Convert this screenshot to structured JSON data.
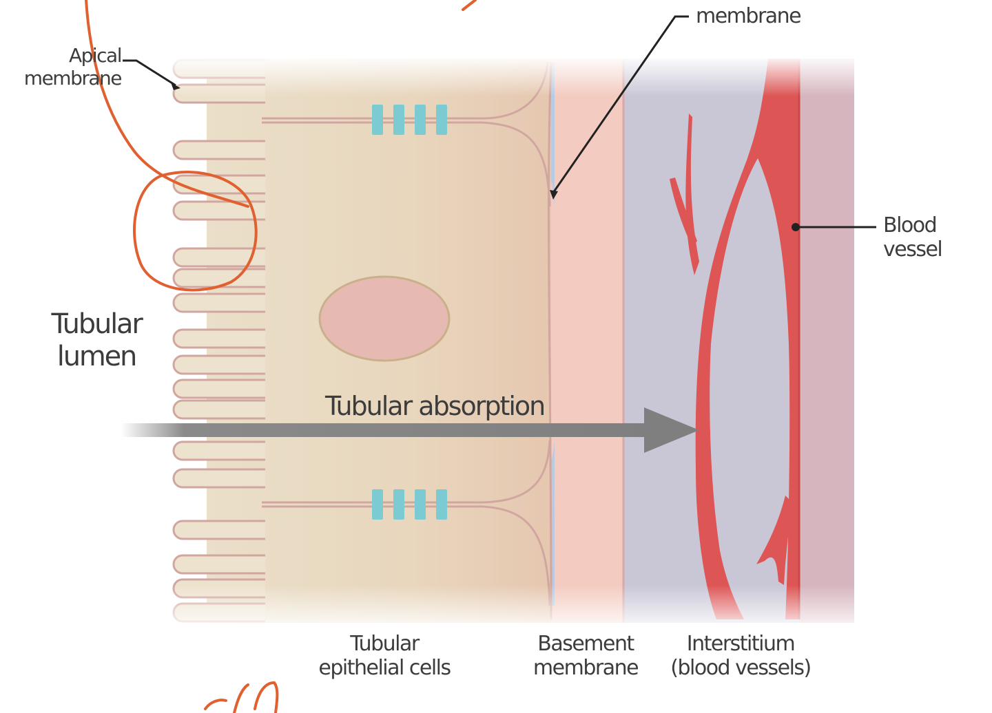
{
  "labels": {
    "top_membrane": "membrane",
    "apical": [
      "Apical",
      "membrane"
    ],
    "lumen": [
      "Tubular",
      "lumen"
    ],
    "absorption": "Tubular absorption",
    "blood_vessel": [
      "Blood",
      "vessel"
    ],
    "epithelial": [
      "Tubular",
      "epithelial cells"
    ],
    "basement": [
      "Basement",
      "membrane"
    ],
    "interstitium": [
      "Interstitium",
      "(blood vessels)"
    ]
  },
  "colors": {
    "cell": "#e8d9c0",
    "cell_outline": "#d2a6a0",
    "junction": "#7ccbd3",
    "basement": "#f3cbc0",
    "interstitium": "#c9c7d6",
    "interstitium_right": "#d6b5be",
    "basolateral_gap": "#b9cbe0",
    "blood_vessel": "#dd5555",
    "nucleus": "#e6bab3",
    "arrow": "#7f7f7f",
    "annotation": "#e0602f",
    "leader_line": "#222222",
    "text": "#3c3c3c"
  }
}
